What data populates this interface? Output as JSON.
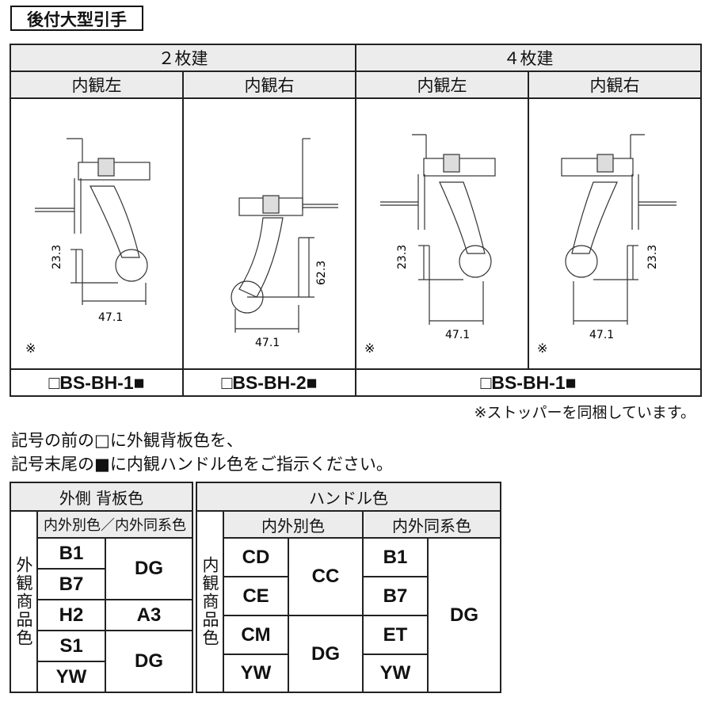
{
  "title": "後付大型引手",
  "top_table": {
    "groups": [
      "２枚建",
      "４枚建"
    ],
    "views": [
      "内観左",
      "内観右",
      "内観左",
      "内観右"
    ],
    "dims": {
      "d1_vert": "23.3",
      "d1_horiz": "47.1",
      "d2_vert": "62.3",
      "d2_horiz": "47.1",
      "d3_vert": "23.3",
      "d3_horiz": "47.1",
      "d4_vert": "23.3",
      "d4_horiz": "47.1"
    },
    "asterisk": "※",
    "codes": [
      "□BS-BH-1■",
      "□BS-BH-2■",
      "□BS-BH-1■"
    ]
  },
  "notes": {
    "stopper": "※ストッパーを同梱しています。",
    "line1": "記号の前の□に外観背板色を、",
    "line2": "記号末尾の■に内観ハンドル色をご指示ください。"
  },
  "color_table": {
    "outer_header": "外側 背板色",
    "handle_header": "ハンドル色",
    "outer_sub": "内外別色／内外同系色",
    "handle_sub_a": "内外別色",
    "handle_sub_b": "内外同系色",
    "outer_vertical": "外観商品色",
    "inner_vertical": "内観商品色",
    "outer_codes": [
      "B1",
      "B7",
      "H2",
      "S1",
      "YW"
    ],
    "outer_vals": [
      "DG",
      "A3",
      "DG"
    ],
    "inner_a_codes": [
      "CD",
      "CE",
      "CM",
      "YW"
    ],
    "inner_a_vals": [
      "CC",
      "DG"
    ],
    "inner_b_codes": [
      "B1",
      "B7",
      "ET",
      "YW"
    ],
    "inner_b_val": "DG"
  }
}
